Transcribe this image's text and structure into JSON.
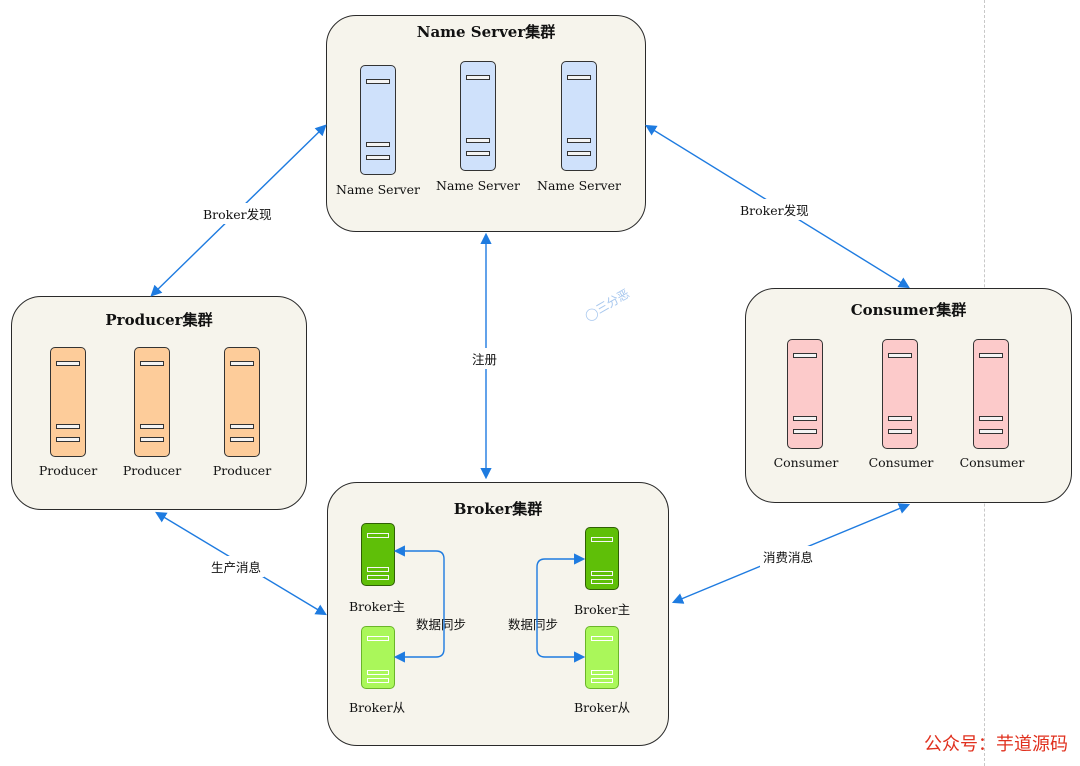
{
  "clusters": {
    "nameserver": {
      "title": "Name Server集群",
      "servers": [
        "Name Server",
        "Name Server",
        "Name Server"
      ]
    },
    "producer": {
      "title": "Producer集群",
      "servers": [
        "Producer",
        "Producer",
        "Producer"
      ]
    },
    "consumer": {
      "title": "Consumer集群",
      "servers": [
        "Consumer",
        "Consumer",
        "Consumer"
      ]
    },
    "broker": {
      "title": "Broker集群",
      "master_left": "Broker主",
      "slave_left": "Broker从",
      "master_right": "Broker主",
      "slave_right": "Broker从",
      "sync_left": "数据同步",
      "sync_right": "数据同步"
    }
  },
  "edges": {
    "producer_nameserver": "Broker发现",
    "consumer_nameserver": "Broker发现",
    "broker_nameserver": "注册",
    "producer_broker": "生产消息",
    "consumer_broker": "消费消息"
  },
  "watermark": {
    "chat_mark": "三分恶",
    "footer": "公众号：芋道源码"
  },
  "colors": {
    "arrow": "#1e7be0",
    "nameserver": "#cfe1fb",
    "producer": "#fdcc9a",
    "consumer": "#fccaca",
    "broker_master": "#5fbf08",
    "broker_slave": "#aaf75a",
    "footer_text": "#e0301e"
  }
}
